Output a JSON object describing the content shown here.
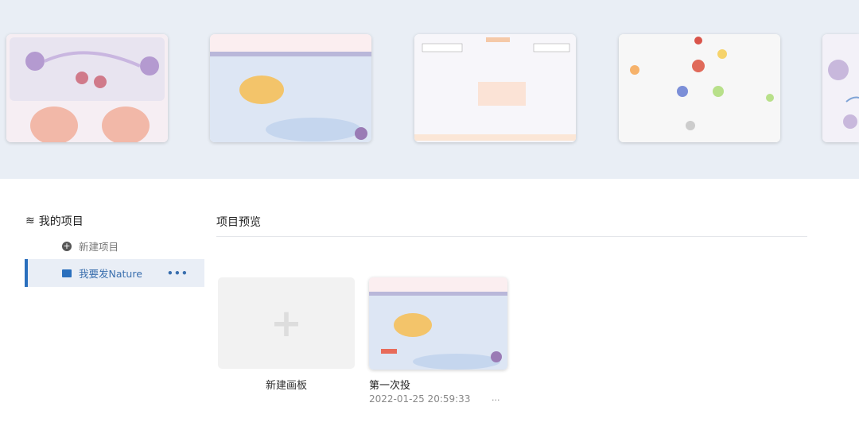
{
  "sidebar": {
    "title": "我的项目",
    "new_project": "新建项目",
    "items": [
      {
        "label": "我要发Nature",
        "more": "•••"
      }
    ]
  },
  "main": {
    "title": "项目预览",
    "new_board": {
      "label": "新建画板",
      "icon": "plus-icon"
    },
    "projects": [
      {
        "name": "第一次投",
        "date": "2022-01-25 20:59:33",
        "more": "..."
      }
    ]
  },
  "templates": [
    "neuron-brain-template",
    "apoptosis-pathway-template",
    "flowchart-template",
    "primary-tumor-template",
    "cells-template"
  ],
  "colors": {
    "accent": "#2a6fbd",
    "band": "#e9eef5"
  }
}
